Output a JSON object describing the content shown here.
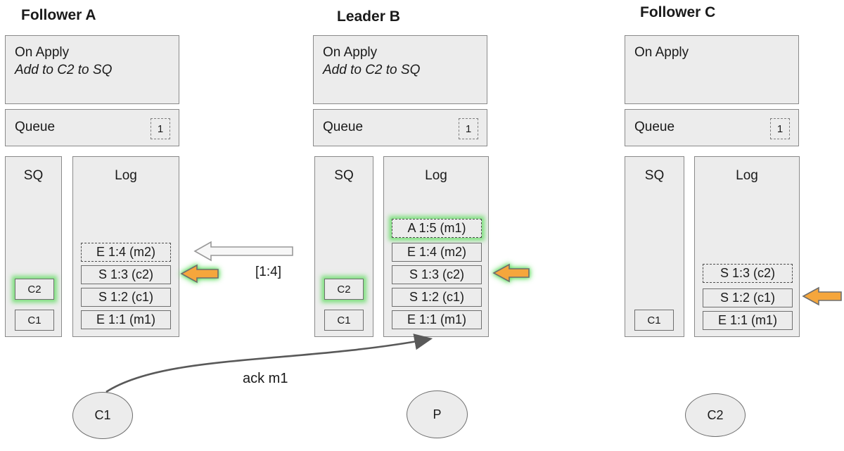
{
  "nodes": [
    {
      "title": "Follower A",
      "on_apply": {
        "title": "On Apply",
        "action": "Add to C2 to SQ"
      },
      "queue": {
        "label": "Queue",
        "count": "1"
      },
      "sq": {
        "label": "SQ",
        "items": [
          {
            "label": "C2"
          },
          {
            "label": "C1"
          }
        ]
      },
      "log": {
        "label": "Log",
        "entries": [
          {
            "text": "E 1:4 (m2)"
          },
          {
            "text": "S 1:3 (c2)"
          },
          {
            "text": "S 1:2 (c1)"
          },
          {
            "text": "E 1:1 (m1)"
          }
        ]
      }
    },
    {
      "title": "Leader B",
      "on_apply": {
        "title": "On Apply",
        "action": "Add to C2 to SQ"
      },
      "queue": {
        "label": "Queue",
        "count": "1"
      },
      "sq": {
        "label": "SQ",
        "items": [
          {
            "label": "C2"
          },
          {
            "label": "C1"
          }
        ]
      },
      "log": {
        "label": "Log",
        "entries": [
          {
            "text": "A 1:5 (m1)"
          },
          {
            "text": "E 1:4 (m2)"
          },
          {
            "text": "S 1:3 (c2)"
          },
          {
            "text": "S 1:2 (c1)"
          },
          {
            "text": "E 1:1 (m1)"
          }
        ]
      }
    },
    {
      "title": "Follower C",
      "on_apply": {
        "title": "On Apply",
        "action": ""
      },
      "queue": {
        "label": "Queue",
        "count": "1"
      },
      "sq": {
        "label": "SQ",
        "items": [
          {
            "label": "C1"
          }
        ]
      },
      "log": {
        "label": "Log",
        "entries": [
          {
            "text": "S 1:3 (c2)"
          },
          {
            "text": "S 1:2 (c1)"
          },
          {
            "text": "E 1:1 (m1)"
          }
        ]
      }
    }
  ],
  "labels": {
    "replicate_range": "[1:4]",
    "ack": "ack m1"
  },
  "actors": [
    {
      "label": "C1"
    },
    {
      "label": "P"
    },
    {
      "label": "C2"
    }
  ],
  "colors": {
    "box_fill": "#ececec",
    "box_border": "#8a8a8a",
    "orange_arrow": "#f5a63c",
    "green_glow": "#7ee07e",
    "arrow_gray": "#595959"
  }
}
